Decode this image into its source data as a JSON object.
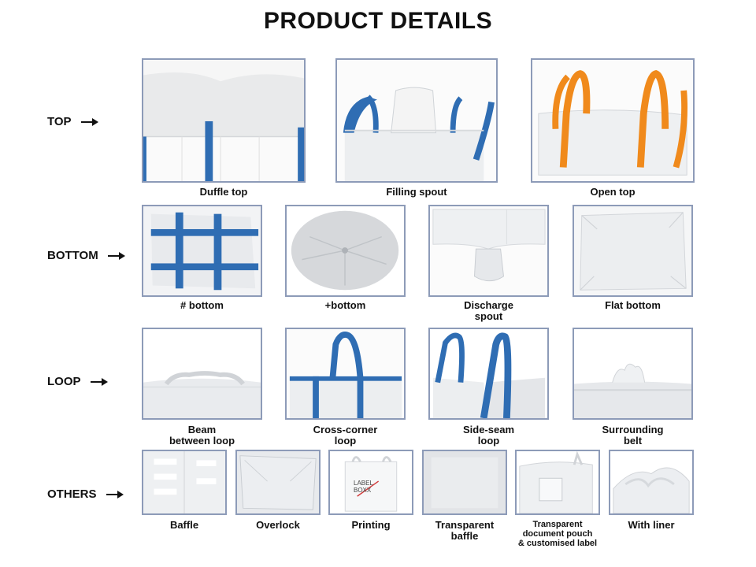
{
  "title": "PRODUCT DETAILS",
  "rows": {
    "top": "TOP",
    "bottom": "BOTTOM",
    "loop": "LOOP",
    "others": "OTHERS"
  },
  "captions": {
    "duffle_top": "Duffle top",
    "filling_spout": "Filling spout",
    "open_top": "Open top",
    "hash_bottom": "# bottom",
    "plus_bottom": "+bottom",
    "discharge_spout_1": "Discharge",
    "discharge_spout_2": "spout",
    "flat_bottom": "Flat bottom",
    "beam_loop_1": "Beam",
    "beam_loop_2": "between loop",
    "cross_corner_1": "Cross-corner",
    "cross_corner_2": "loop",
    "side_seam_1": "Side-seam",
    "side_seam_2": "loop",
    "surrounding_1": "Surrounding",
    "surrounding_2": "belt",
    "baffle": "Baffle",
    "overlock": "Overlock",
    "printing": "Printing",
    "transparent_baffle_1": "Transparent",
    "transparent_baffle_2": "baffle",
    "doc_pouch_1": "Transparent",
    "doc_pouch_2": "document pouch",
    "doc_pouch_3": "& customised label",
    "with_liner": "With liner"
  },
  "printing_label": {
    "line1": "LABEL",
    "line2": "BOXX"
  },
  "colors": {
    "frame_border": "#8d9bb8",
    "blue_strap": "#2f6db3",
    "orange_strap": "#f08a1c",
    "bag_white": "#f2f3f4"
  }
}
